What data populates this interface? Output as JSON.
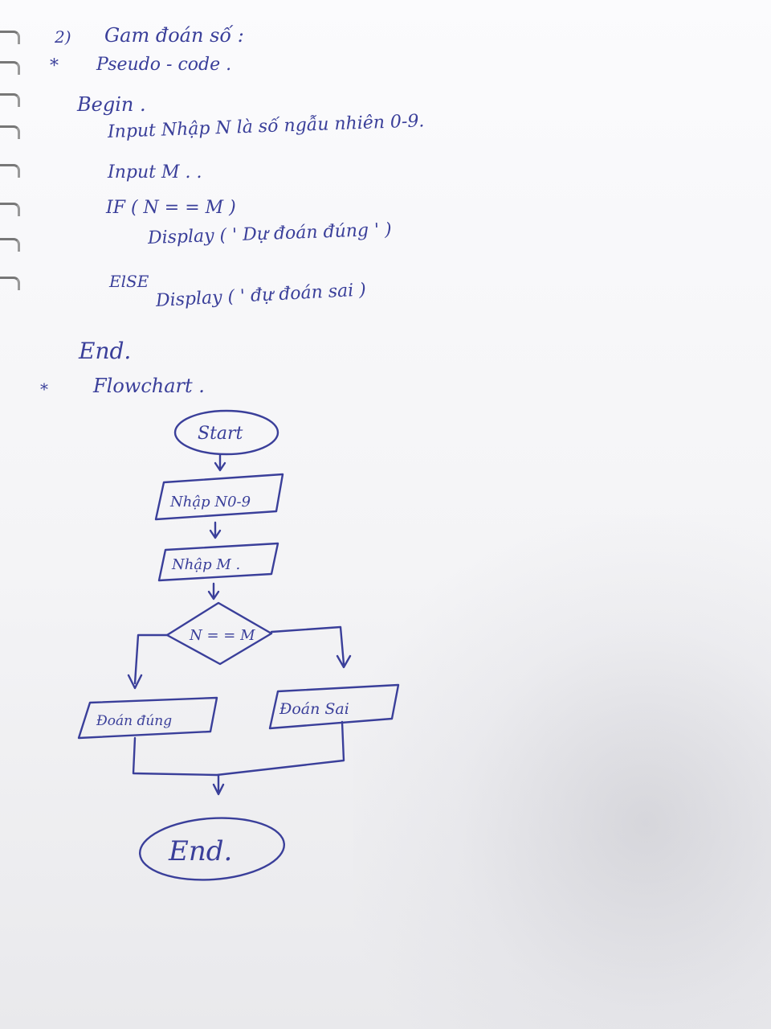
{
  "header": {
    "number": "2)",
    "title": "Gam đoán số :",
    "bullet": "*",
    "section": "Pseudo - code ."
  },
  "pseudocode": {
    "begin": "Begin .",
    "line1": "Input   Nhập   N là số ngẫu nhiên 0-9.",
    "line2": "Input   M . .",
    "line3": "IF ( N = = M )",
    "line4": "Display ( ' Dự đoán đúng ' )",
    "line5": "ElSE",
    "line6": "Display ( ' đự đoán sai )",
    "end": "End."
  },
  "flowchart_section": {
    "bullet": "*",
    "label": "Flowchart ."
  },
  "flowchart": {
    "start": "Start",
    "input1": "Nhập N0-9",
    "input2": "Nhập M .",
    "decision": "N = = M",
    "yes_box": "Đoán đúng",
    "no_box": "Đoán Sai",
    "end": "End."
  },
  "ink_color": "#3a3f9a"
}
